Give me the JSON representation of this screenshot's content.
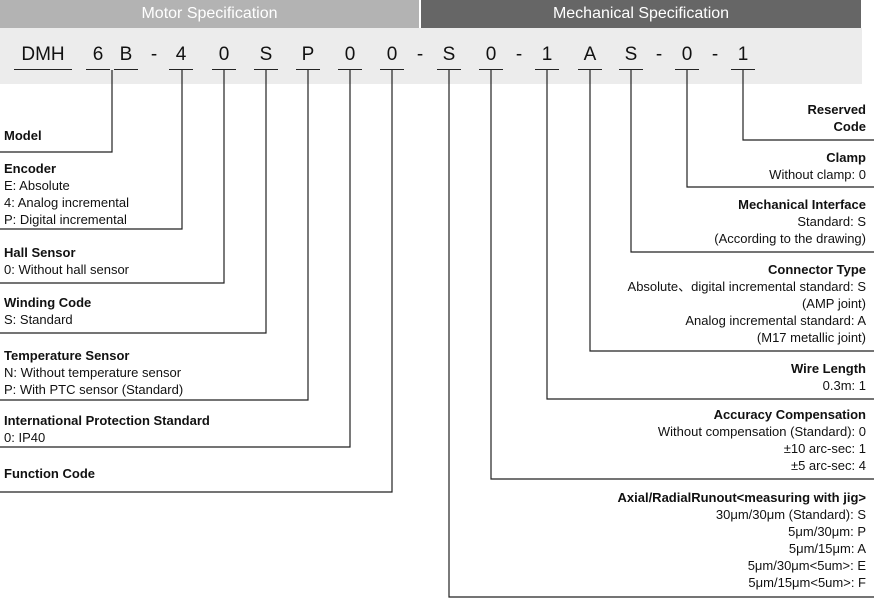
{
  "headers": {
    "motor": "Motor Specification",
    "mechanical": "Mechanical Specification"
  },
  "code_chars": [
    "DMH",
    "6",
    "B",
    "-",
    "4",
    "0",
    "S",
    "P",
    "0",
    "0",
    "-",
    "S",
    "0",
    "-",
    "1",
    "A",
    "S",
    "-",
    "0",
    "-",
    "1"
  ],
  "left_labels": {
    "model": {
      "title": "Model"
    },
    "encoder": {
      "title": "Encoder",
      "lines": [
        "E: Absolute",
        "4: Analog incremental",
        "P: Digital incremental"
      ]
    },
    "hall": {
      "title": "Hall Sensor",
      "lines": [
        "0: Without hall sensor"
      ]
    },
    "winding": {
      "title": "Winding Code",
      "lines": [
        "S: Standard"
      ]
    },
    "temp": {
      "title": "Temperature Sensor",
      "lines": [
        "N: Without temperature sensor",
        "P: With PTC sensor (Standard)"
      ]
    },
    "ip": {
      "title": "International Protection Standard",
      "lines": [
        "0: IP40"
      ]
    },
    "function": {
      "title": "Function Code"
    }
  },
  "right_labels": {
    "reserved": {
      "title": [
        "Reserved",
        "Code"
      ]
    },
    "clamp": {
      "title": "Clamp",
      "lines": [
        "Without clamp: 0"
      ]
    },
    "interface": {
      "title": "Mechanical Interface",
      "lines": [
        "Standard: S",
        "(According to the drawing)"
      ]
    },
    "connector": {
      "title": "Connector Type",
      "lines": [
        "Absolute、digital incremental standard: S",
        "(AMP joint)",
        "Analog incremental standard: A",
        "(M17 metallic joint)"
      ]
    },
    "wire": {
      "title": "Wire Length",
      "lines": [
        "0.3m: 1"
      ]
    },
    "accuracy": {
      "title": "Accuracy Compensation",
      "lines": [
        "Without compensation (Standard): 0",
        "±10 arc-sec: 1",
        "±5 arc-sec: 4"
      ]
    },
    "runout": {
      "title": "Axial/RadialRunout<measuring with jig>",
      "lines": [
        "30μm/30μm (Standard): S",
        "5μm/30μm: P",
        "5μm/15μm: A",
        "5μm/30μm<5um>: E",
        "5μm/15μm<5um>: F"
      ]
    }
  }
}
